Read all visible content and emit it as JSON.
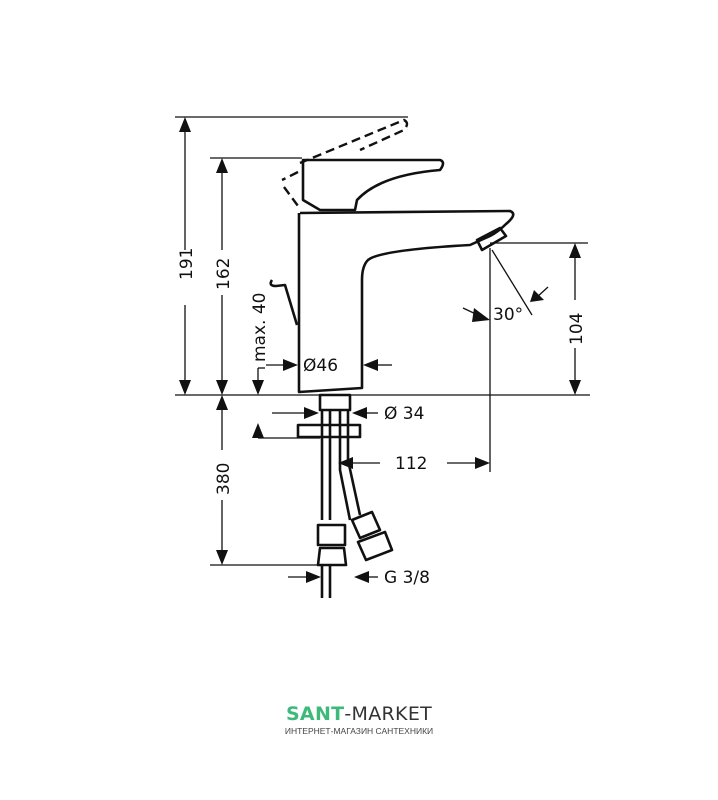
{
  "drawing": {
    "dimensions": {
      "total_height": "191",
      "spout_height": "162",
      "lever_travel": "max. 40",
      "body_diameter": "Ø46",
      "shank_diameter": "Ø 34",
      "aerator_height": "104",
      "spray_angle": "30°",
      "projection": "112",
      "hose_length": "380",
      "connection": "G 3/8"
    }
  },
  "logo": {
    "brand_part1": "SANT",
    "brand_part2": "-MARKET",
    "tagline": "ИНТЕРНЕТ-МАГАЗИН САНТЕХНИКИ"
  },
  "colors": {
    "brand_green": "#3dba7a",
    "ink": "#111111"
  }
}
